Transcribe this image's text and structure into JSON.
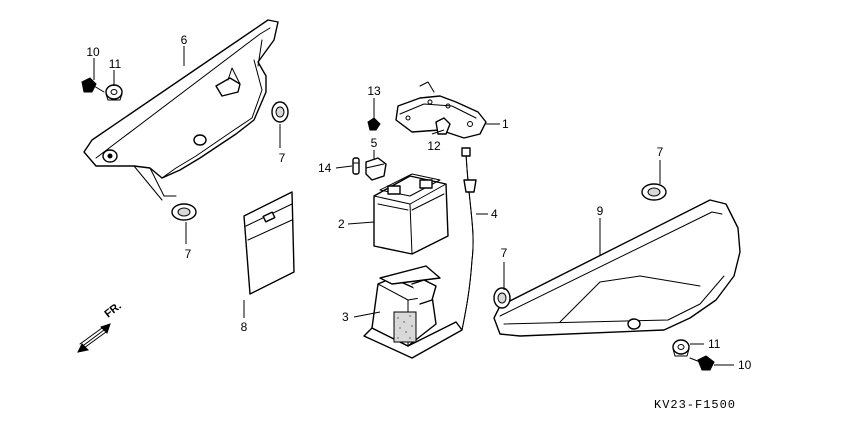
{
  "callouts": {
    "c1": "1",
    "c2": "2",
    "c3": "3",
    "c4": "4",
    "c5": "5",
    "c6": "6",
    "c7a": "7",
    "c7b": "7",
    "c7c": "7",
    "c7d": "7",
    "c8": "8",
    "c9": "9",
    "c10a": "10",
    "c10b": "10",
    "c11a": "11",
    "c11b": "11",
    "c12": "12",
    "c13": "13",
    "c14": "14"
  },
  "front_indicator": "FR.",
  "diagram_code": "KV23-F1500",
  "colors": {
    "line": "#000000",
    "background": "#ffffff"
  }
}
